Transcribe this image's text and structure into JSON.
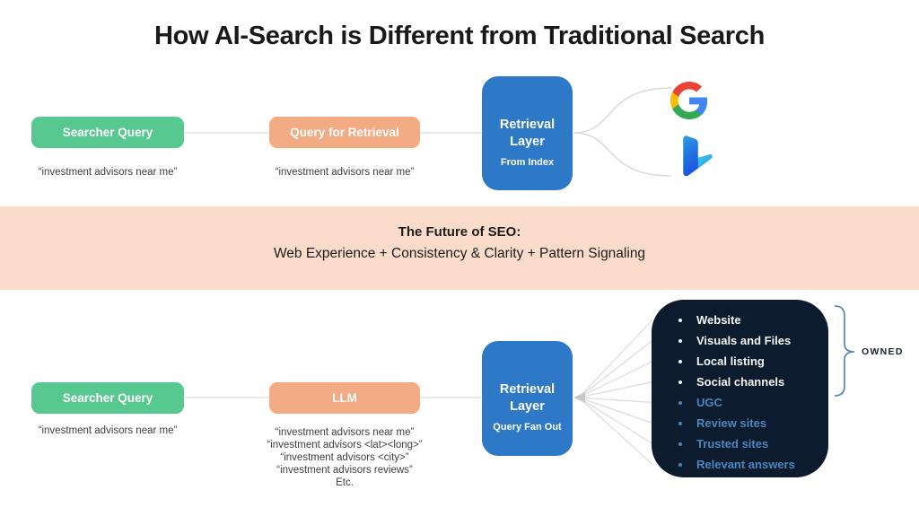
{
  "title": "How AI-Search is Different from Traditional Search",
  "banner": {
    "heading": "The Future of SEO:",
    "subheading": "Web Experience + Consistency & Clarity + Pattern Signaling"
  },
  "top_flow": {
    "searcher_query": {
      "label": "Searcher Query",
      "example": "“investment advisors near me”"
    },
    "query_for_retrieval": {
      "label": "Query for Retrieval",
      "example": "“investment advisors near me”"
    },
    "retrieval_layer": {
      "title_line1": "Retrieval",
      "title_line2": "Layer",
      "subtitle": "From Index"
    },
    "engines": [
      {
        "name": "Google"
      },
      {
        "name": "Bing"
      }
    ]
  },
  "bottom_flow": {
    "searcher_query": {
      "label": "Searcher Query",
      "example": "“investment advisors near me”"
    },
    "llm": {
      "label": "LLM",
      "examples": [
        "“investment advisors near me”",
        "“investment advisors <lat><long>”",
        "“investment advisors <city>”",
        "“investment advisors reviews”",
        "Etc."
      ]
    },
    "retrieval_layer": {
      "title_line1": "Retrieval",
      "title_line2": "Layer",
      "subtitle": "Query Fan Out"
    },
    "sources": {
      "owned_label": "OWNED",
      "items": [
        {
          "label": "Website",
          "owned": true
        },
        {
          "label": "Visuals and Files",
          "owned": true
        },
        {
          "label": "Local listing",
          "owned": true
        },
        {
          "label": "Social channels",
          "owned": true
        },
        {
          "label": "UGC",
          "owned": false
        },
        {
          "label": "Review sites",
          "owned": false
        },
        {
          "label": "Trusted sites",
          "owned": false
        },
        {
          "label": "Relevant answers",
          "owned": false
        }
      ]
    }
  },
  "colors": {
    "green": "#57C990",
    "orange": "#F2AB82",
    "blue": "#2E78C8",
    "banner_bg": "#FBDCCB",
    "dark_navy": "#0C1C2E",
    "list_blue": "#4C86BE",
    "brace_blue": "#4C80A8",
    "connector_gray": "#E9E9E9"
  }
}
